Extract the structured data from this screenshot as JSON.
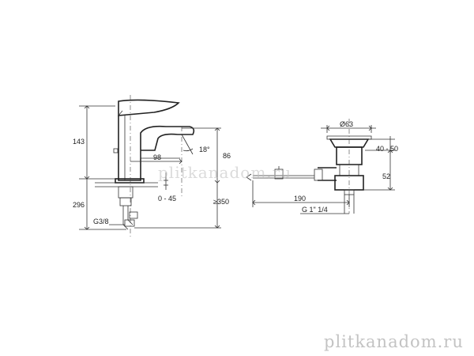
{
  "dimensions": {
    "faucet_height": "143",
    "total_height": "296",
    "spout_reach": "98",
    "spout_angle": "18°",
    "spout_clearance": "86",
    "deck_thickness": "0 - 45",
    "hose_length": "≥350",
    "connection_thread": "G3/8",
    "drain_diameter": "Ø63",
    "drain_range": "40 - 50",
    "drain_height": "52",
    "rod_length": "190",
    "drain_thread": "G 1\" 1/4"
  },
  "watermarks": {
    "center": "plitkanadom.ru",
    "corner": "plitkanadom.ru"
  },
  "colors": {
    "line": "#333333",
    "watermark": "#bebebe"
  }
}
